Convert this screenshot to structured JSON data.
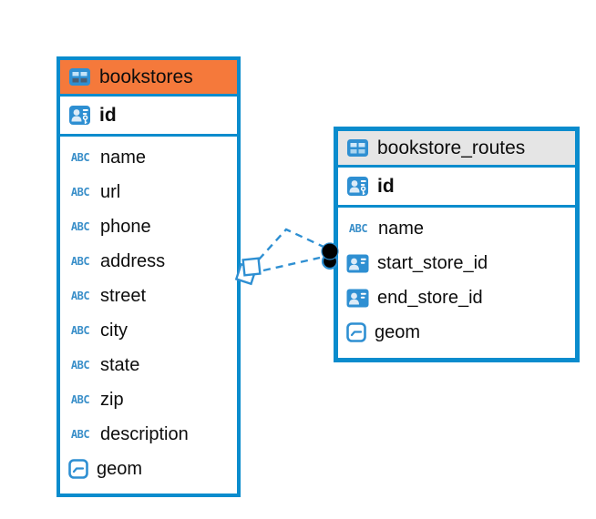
{
  "colors": {
    "border_blue": "#0a8ccd",
    "icon_blue": "#2e8fd2",
    "header_orange": "#f5793b",
    "header_gray": "#e5e5e5",
    "connector_blue": "#2e8fd2",
    "text_black": "#0d0d0d"
  },
  "icons": {
    "text_type_glyph": "ABC"
  },
  "tables": [
    {
      "title": "bookstores",
      "header_style": "orange",
      "primary_key": {
        "name": "id"
      },
      "columns": [
        {
          "name": "name",
          "type": "text"
        },
        {
          "name": "url",
          "type": "text"
        },
        {
          "name": "phone",
          "type": "text"
        },
        {
          "name": "address",
          "type": "text"
        },
        {
          "name": "street",
          "type": "text"
        },
        {
          "name": "city",
          "type": "text"
        },
        {
          "name": "state",
          "type": "text"
        },
        {
          "name": "zip",
          "type": "text"
        },
        {
          "name": "description",
          "type": "text"
        },
        {
          "name": "geom",
          "type": "geometry"
        }
      ]
    },
    {
      "title": "bookstore_routes",
      "header_style": "gray",
      "primary_key": {
        "name": "id"
      },
      "columns": [
        {
          "name": "name",
          "type": "text"
        },
        {
          "name": "start_store_id",
          "type": "reference"
        },
        {
          "name": "end_store_id",
          "type": "reference"
        },
        {
          "name": "geom",
          "type": "geometry"
        }
      ]
    }
  ],
  "connector": {
    "style": "dashed",
    "line_count": 2,
    "color": "#2e8fd2",
    "left_marker": "stacked-squares",
    "right_marker": "stacked-dots"
  }
}
